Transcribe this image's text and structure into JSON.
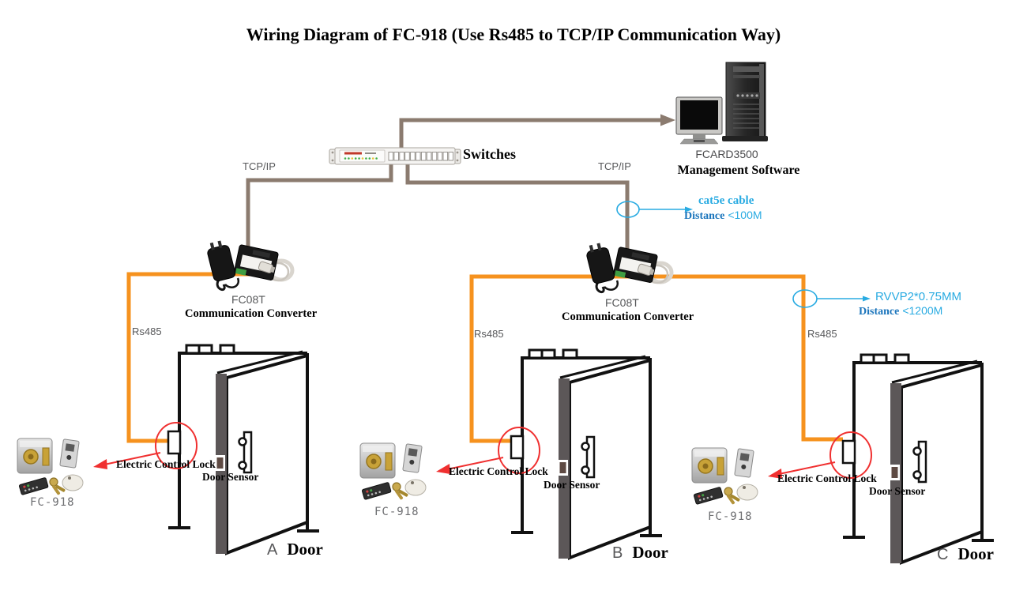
{
  "title": "Wiring Diagram of FC-918 (Use Rs485 to TCP/IP Communication Way)",
  "network": {
    "switch_label": "Switches",
    "tcpip_left": "TCP/IP",
    "tcpip_right": "TCP/IP",
    "rs485_labels": [
      "Rs485",
      "Rs485",
      "Rs485"
    ]
  },
  "computer": {
    "model": "FCARD3500",
    "software": "Management Software"
  },
  "converters": [
    {
      "model": "FC08T",
      "label": "Communication Converter"
    },
    {
      "model": "FC08T",
      "label": "Communication Converter"
    }
  ],
  "callouts": [
    {
      "title": "cat5e cable",
      "distance_word": "Distance",
      "distance_value": "<100M"
    },
    {
      "title": "RVVP2*0.75MM",
      "distance_word": "Distance",
      "distance_value": "<1200M"
    }
  ],
  "doors": [
    {
      "letter": "A",
      "name": "Door",
      "lock_label": "Electric Control Lock",
      "sensor_label": "Door Sensor",
      "device_label": "FC-918"
    },
    {
      "letter": "B",
      "name": "Door",
      "lock_label": "Electric Control Lock",
      "sensor_label": "Door Sensor",
      "device_label": "FC-918"
    },
    {
      "letter": "C",
      "name": "Door",
      "lock_label": "Electric Control Lock",
      "sensor_label": "Door Sensor",
      "device_label": "FC-918"
    }
  ],
  "colors": {
    "tcp_wire": "#8B7B6F",
    "rs485_wire": "#F6921E",
    "callout_blue": "#29ABE2",
    "distance_blue": "#1B75BC",
    "highlight_red": "#F03030"
  }
}
